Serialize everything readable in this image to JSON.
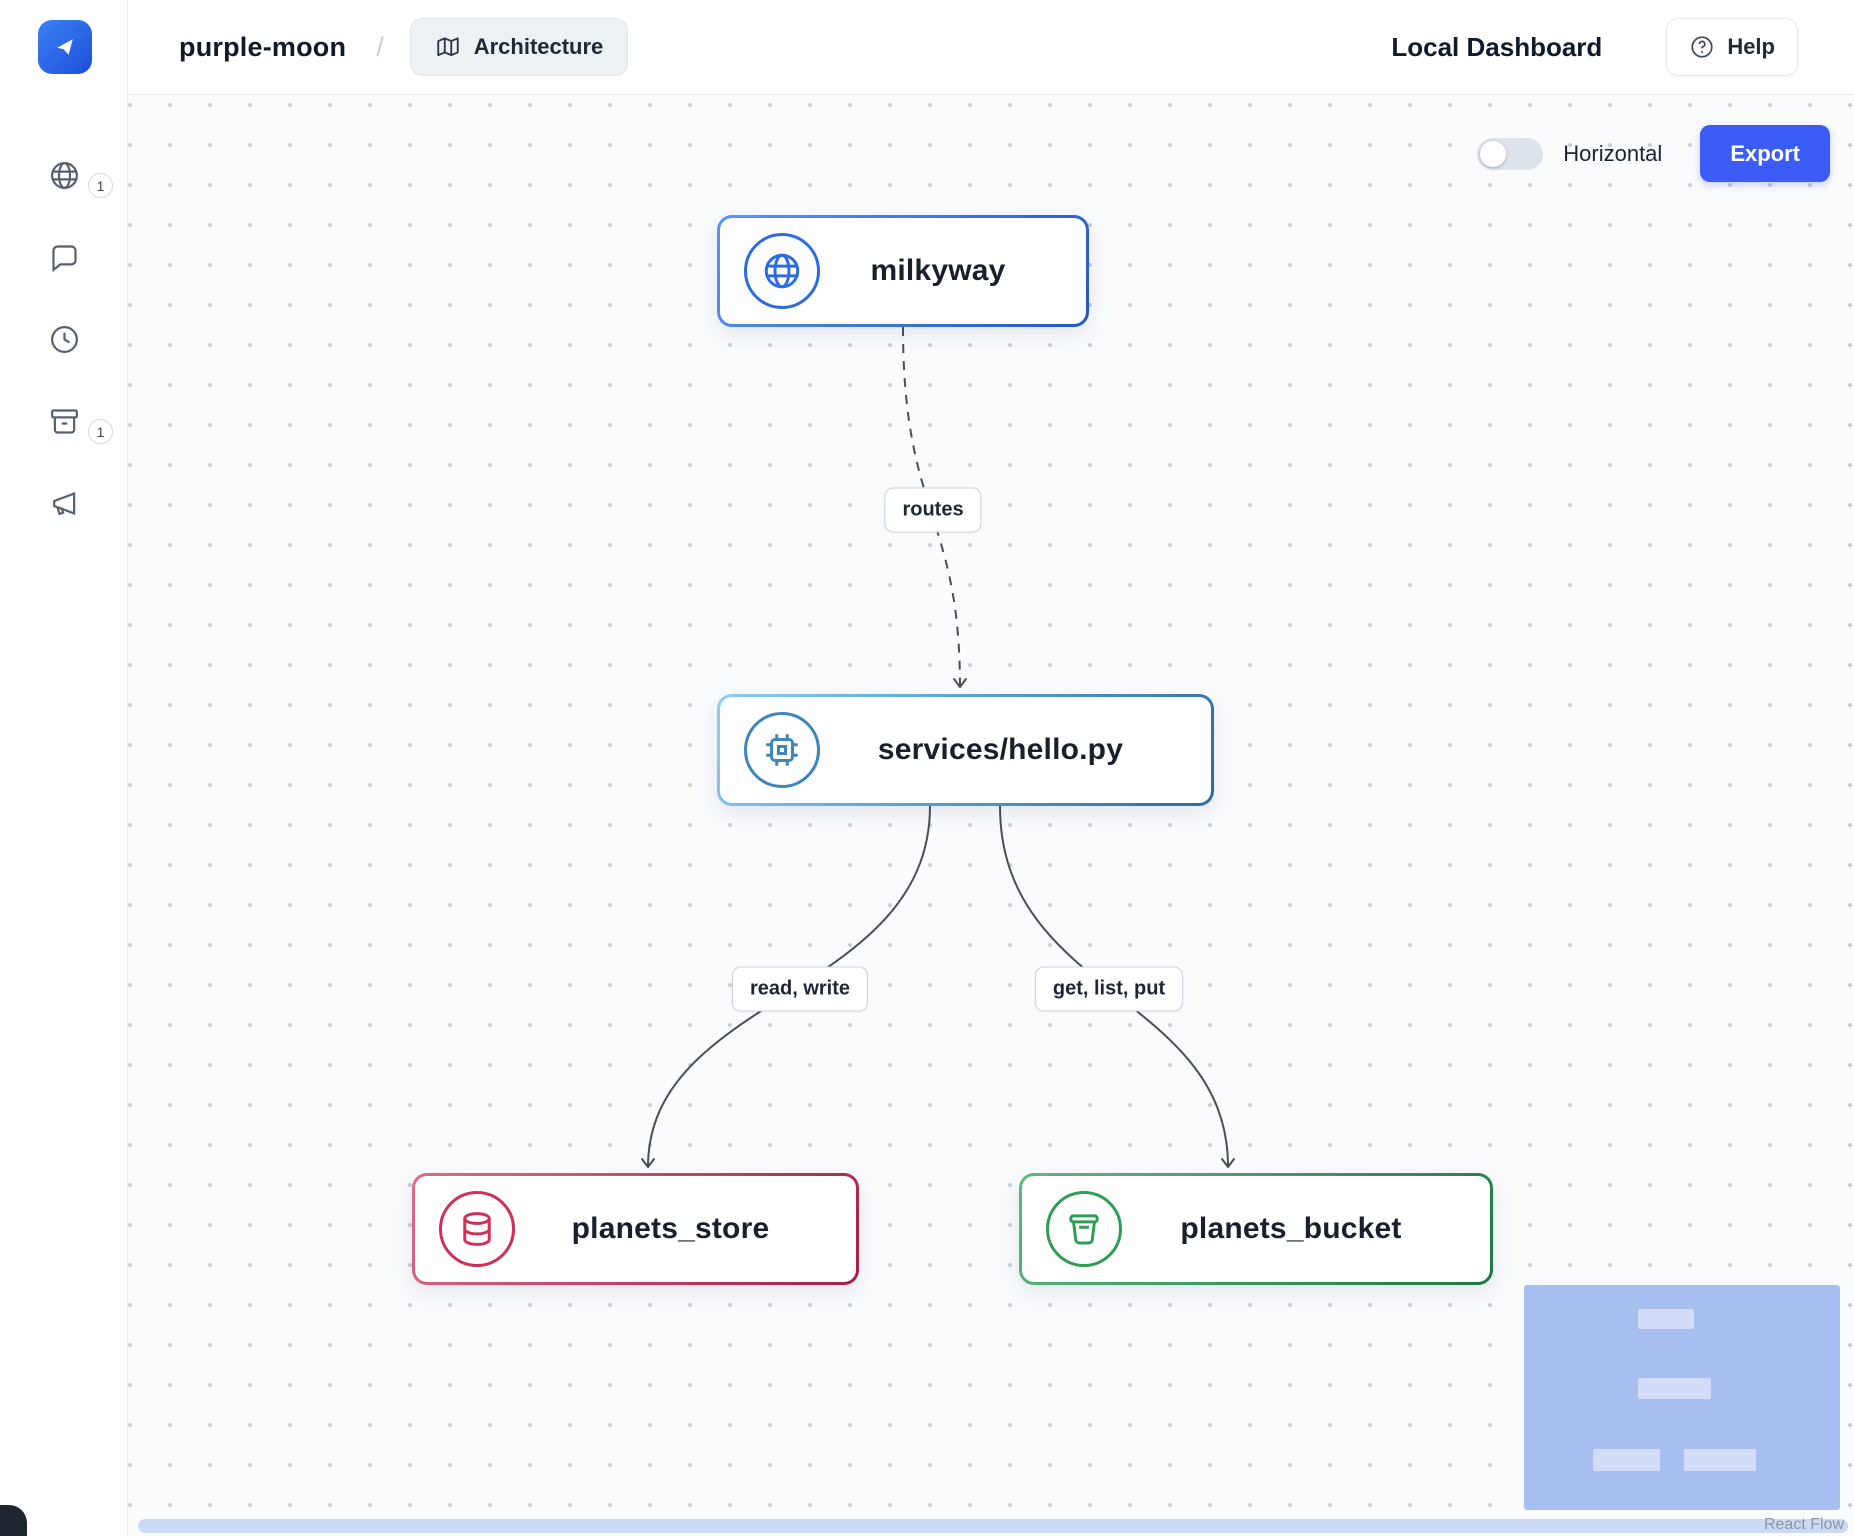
{
  "header": {
    "project": "purple-moon",
    "separator": "/",
    "architecture": "Architecture",
    "local_dashboard": "Local Dashboard",
    "help": "Help"
  },
  "sidebar": {
    "globe_badge": "1",
    "archive_badge": "1"
  },
  "controls": {
    "horizontal": "Horizontal",
    "export": "Export"
  },
  "diagram": {
    "nodes": [
      {
        "id": "milkyway",
        "label": "milkyway",
        "icon": "globe-icon",
        "accent": "#2d6ce0"
      },
      {
        "id": "services-hello",
        "label": "services/hello.py",
        "icon": "cpu-icon",
        "accent": "#3f85b8"
      },
      {
        "id": "planets-store",
        "label": "planets_store",
        "icon": "database-icon",
        "accent": "#cf3058"
      },
      {
        "id": "planets-bucket",
        "label": "planets_bucket",
        "icon": "bucket-icon",
        "accent": "#2f9e55"
      }
    ],
    "edges": [
      {
        "from": "milkyway",
        "to": "services-hello",
        "label": "routes",
        "style": "dashed"
      },
      {
        "from": "services-hello",
        "to": "planets-store",
        "label": "read, write",
        "style": "solid"
      },
      {
        "from": "services-hello",
        "to": "planets-bucket",
        "label": "get, list, put",
        "style": "solid"
      }
    ]
  },
  "attribution": "React Flow",
  "colors": {
    "export_button": "#3b5cf6",
    "logo_blue": "#2563eb",
    "minimap_bg": "#a6bff0"
  }
}
